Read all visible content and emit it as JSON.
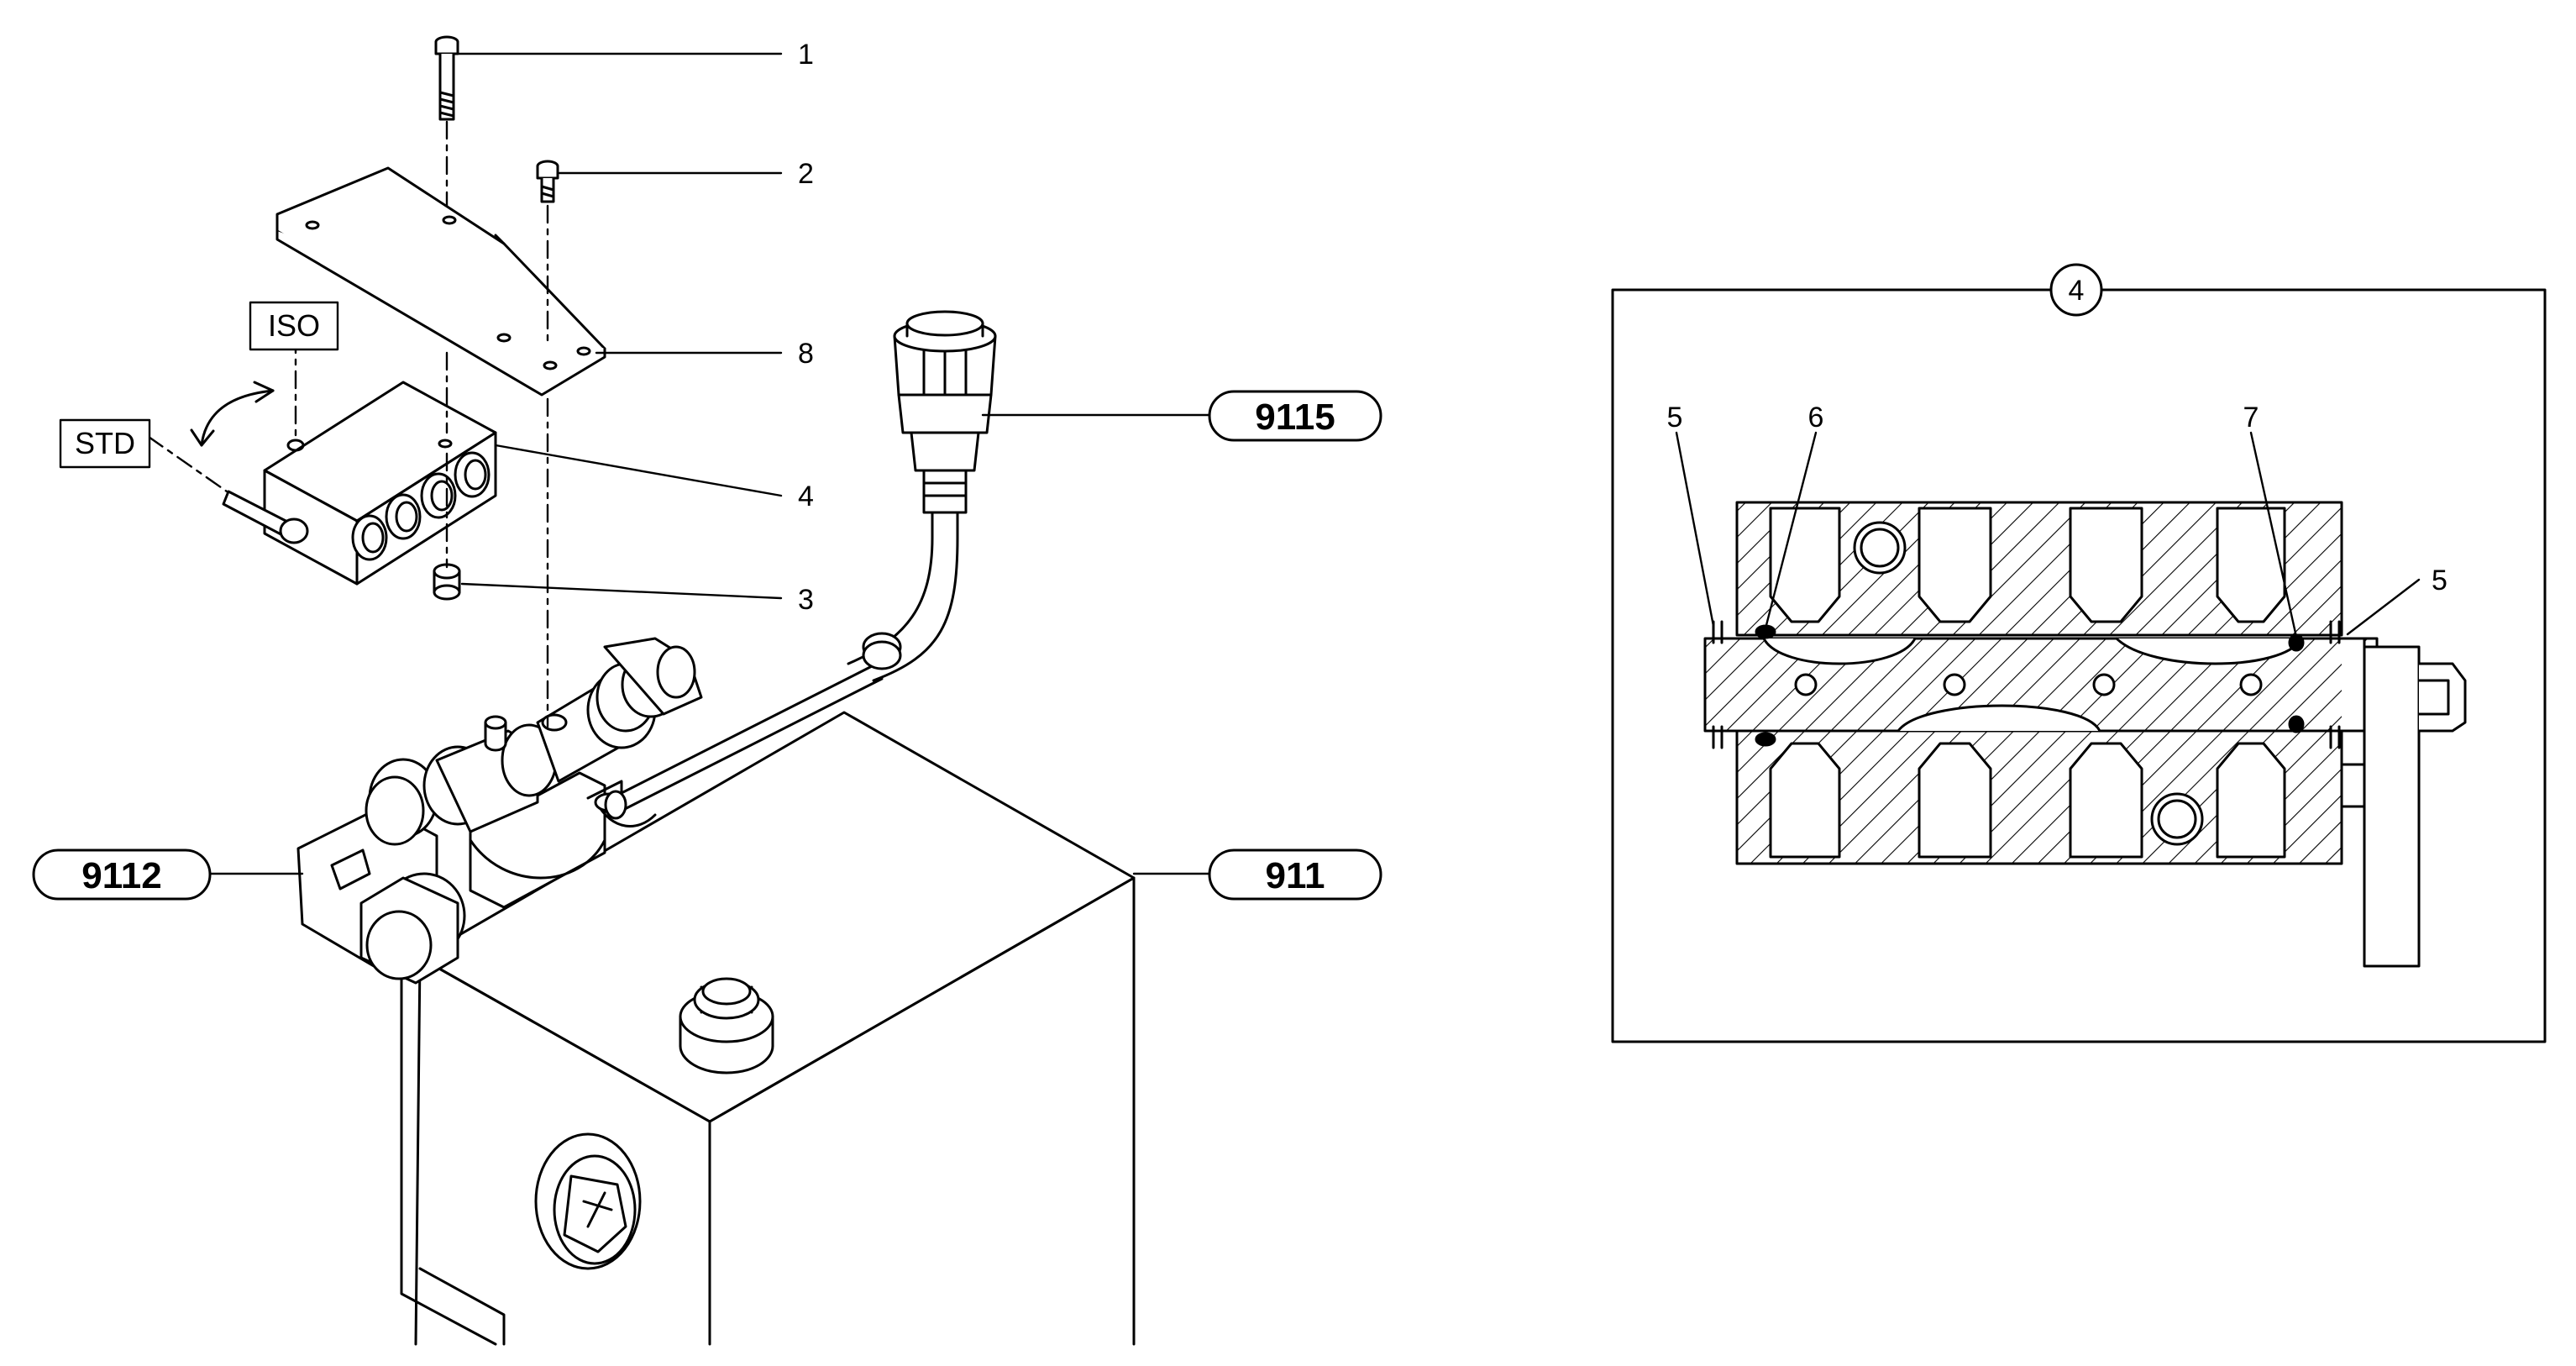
{
  "callouts": {
    "c1": "1",
    "c2": "2",
    "c3": "3",
    "c4": "4",
    "c8": "8",
    "inset_4": "4",
    "inset_5_left": "5",
    "inset_5_right": "5",
    "inset_6": "6",
    "inset_7": "7"
  },
  "labels": {
    "iso": "ISO",
    "std": "STD"
  },
  "references": {
    "ref_9115": "9115",
    "ref_9112": "9112",
    "ref_911": "911"
  },
  "colors": {
    "line": "#000000",
    "background": "#ffffff",
    "section_fill": "#f2f2f2"
  }
}
